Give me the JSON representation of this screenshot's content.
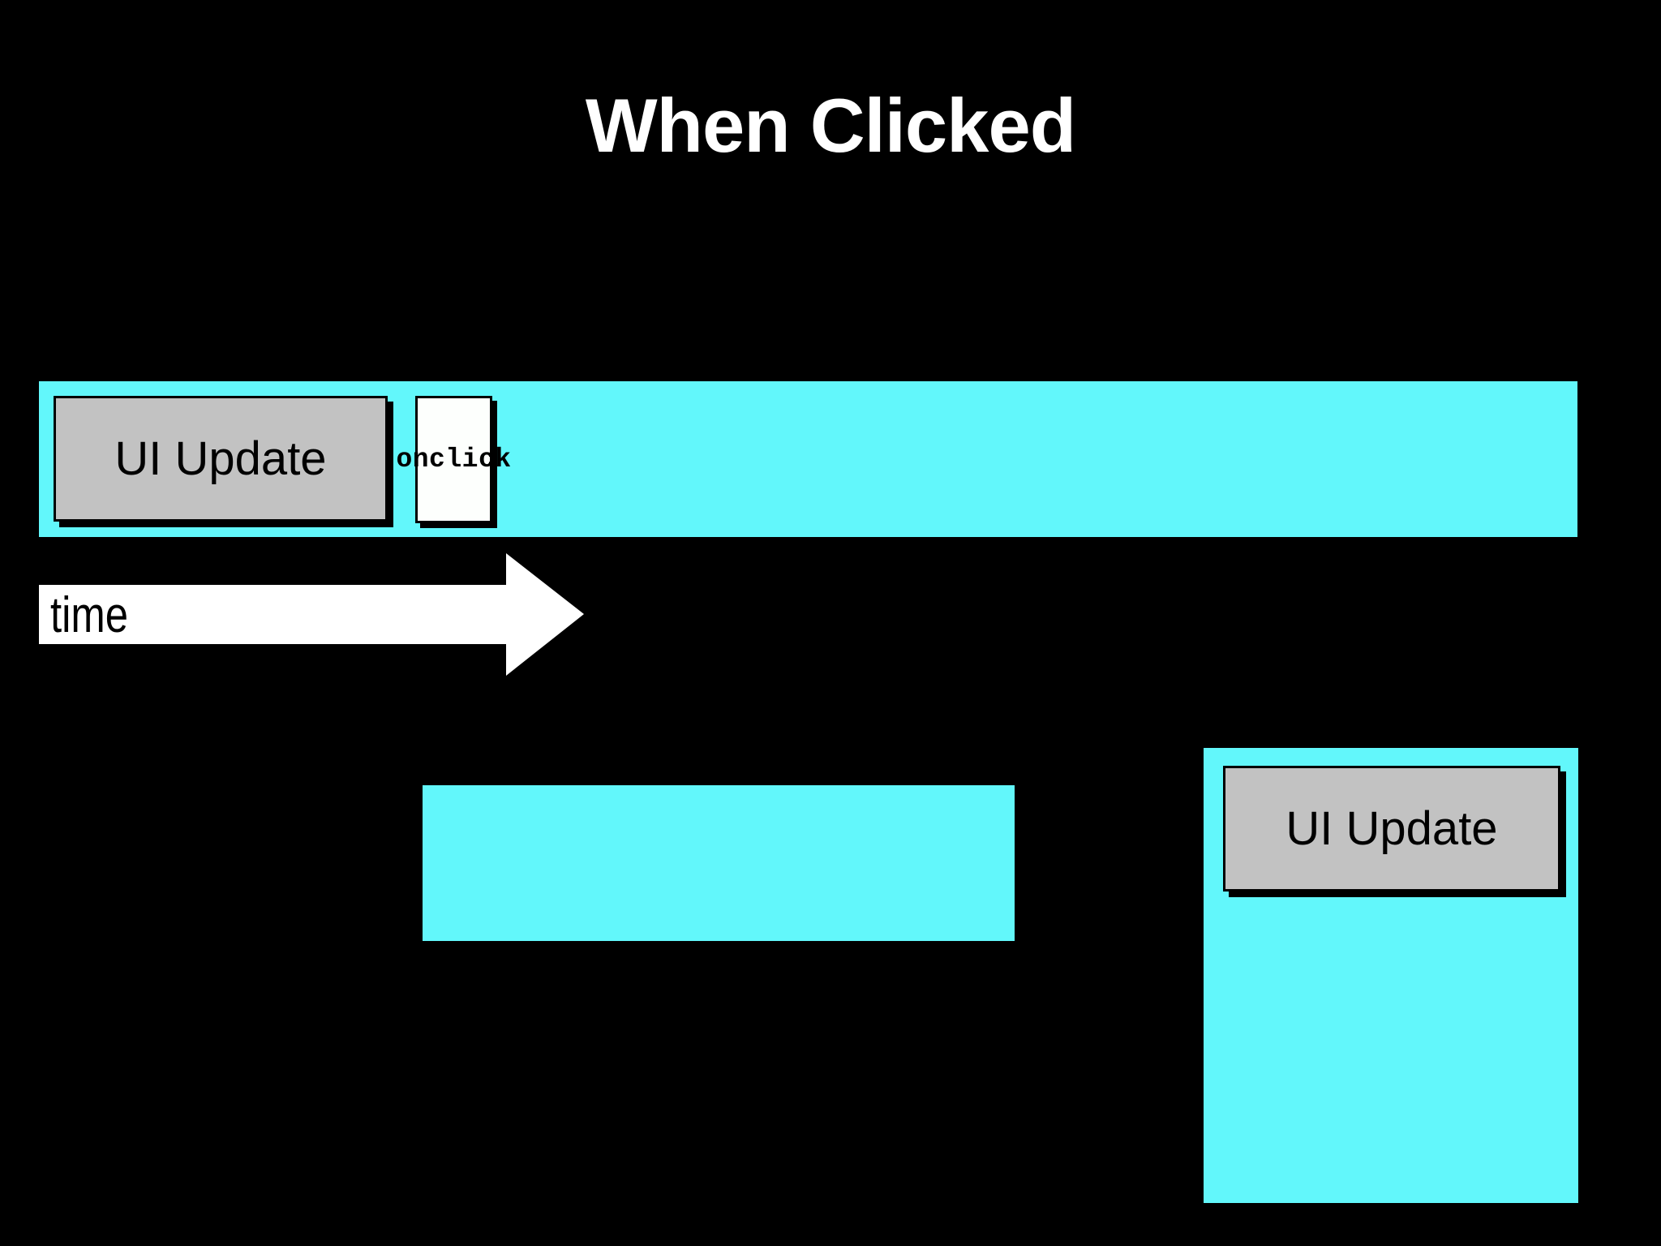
{
  "slide": {
    "title": "When Clicked",
    "background_color": "#000000",
    "accent_cyan": "#62F7FB",
    "box_gray": "#C2C2C2",
    "box_white": "#FDFFFD",
    "text_color_light": "#FFFFFF",
    "text_color_dark": "#000000"
  },
  "timeline": {
    "bar_label": "",
    "ui_update_label": "UI Update",
    "onclick_label": "onclick",
    "time_arrow_label": "time"
  },
  "lower": {
    "middle_block_label": "",
    "right_panel_label": "",
    "ui_update_label": "UI Update"
  }
}
